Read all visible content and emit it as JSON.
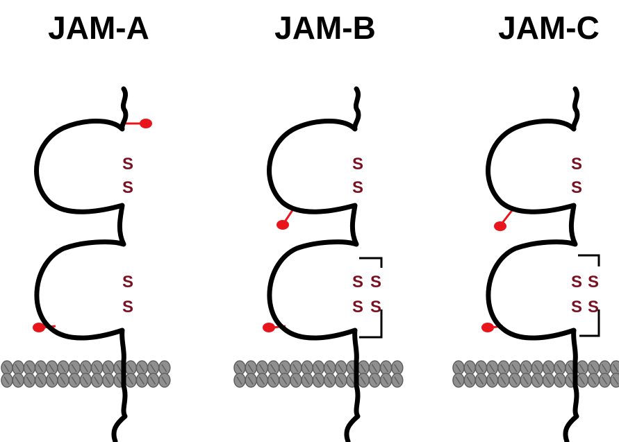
{
  "colors": {
    "background": "#ffffff",
    "backbone": "#000000",
    "disulfide": "#7a1020",
    "glycan": "#e8161c",
    "membrane_fill": "#8f8f8f",
    "membrane_edge": "#5f5f5f",
    "bracket": "#000000"
  },
  "panels": [
    {
      "title": "JAM-A",
      "disulfide_label": "S",
      "domains": 2,
      "glycosylation_sites": 2,
      "extra_disulfide_pair": false
    },
    {
      "title": "JAM-B",
      "disulfide_label": "S",
      "domains": 2,
      "glycosylation_sites": 2,
      "extra_disulfide_pair": true
    },
    {
      "title": "JAM-C",
      "disulfide_label": "S",
      "domains": 2,
      "glycosylation_sites": 2,
      "extra_disulfide_pair": true
    }
  ]
}
